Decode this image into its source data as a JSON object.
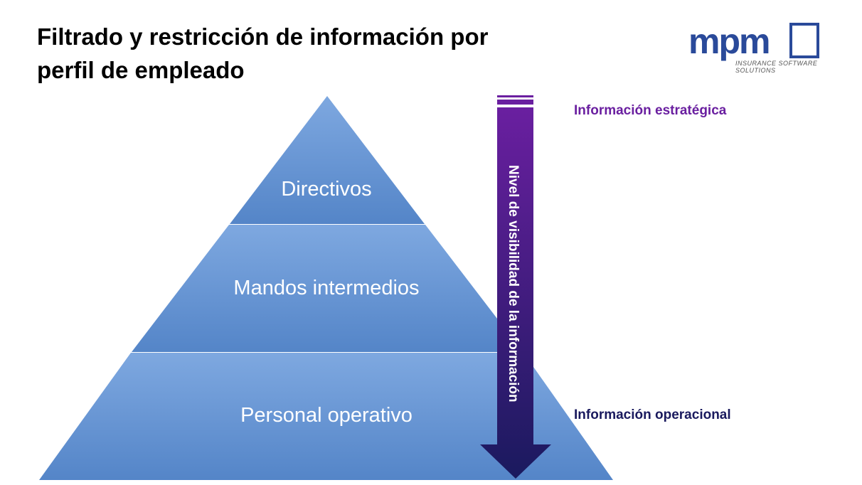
{
  "title": "Filtrado y restricción de información por perfil de empleado",
  "logo": {
    "brand": "mpm",
    "tagline": "INSURANCE SOFTWARE SOLUTIONS"
  },
  "pyramid": {
    "tiers": [
      "Directivos",
      "Mandos intermedios",
      "Personal operativo"
    ]
  },
  "arrow": {
    "label": "Nivel de visibilidad de la información"
  },
  "labels": {
    "top": "Información estratégica",
    "bottom": "Información operacional"
  },
  "colors": {
    "pyramid": "#6a9ad8",
    "arrow_top": "#6a1fa0",
    "arrow_bottom": "#1a1a5e"
  }
}
